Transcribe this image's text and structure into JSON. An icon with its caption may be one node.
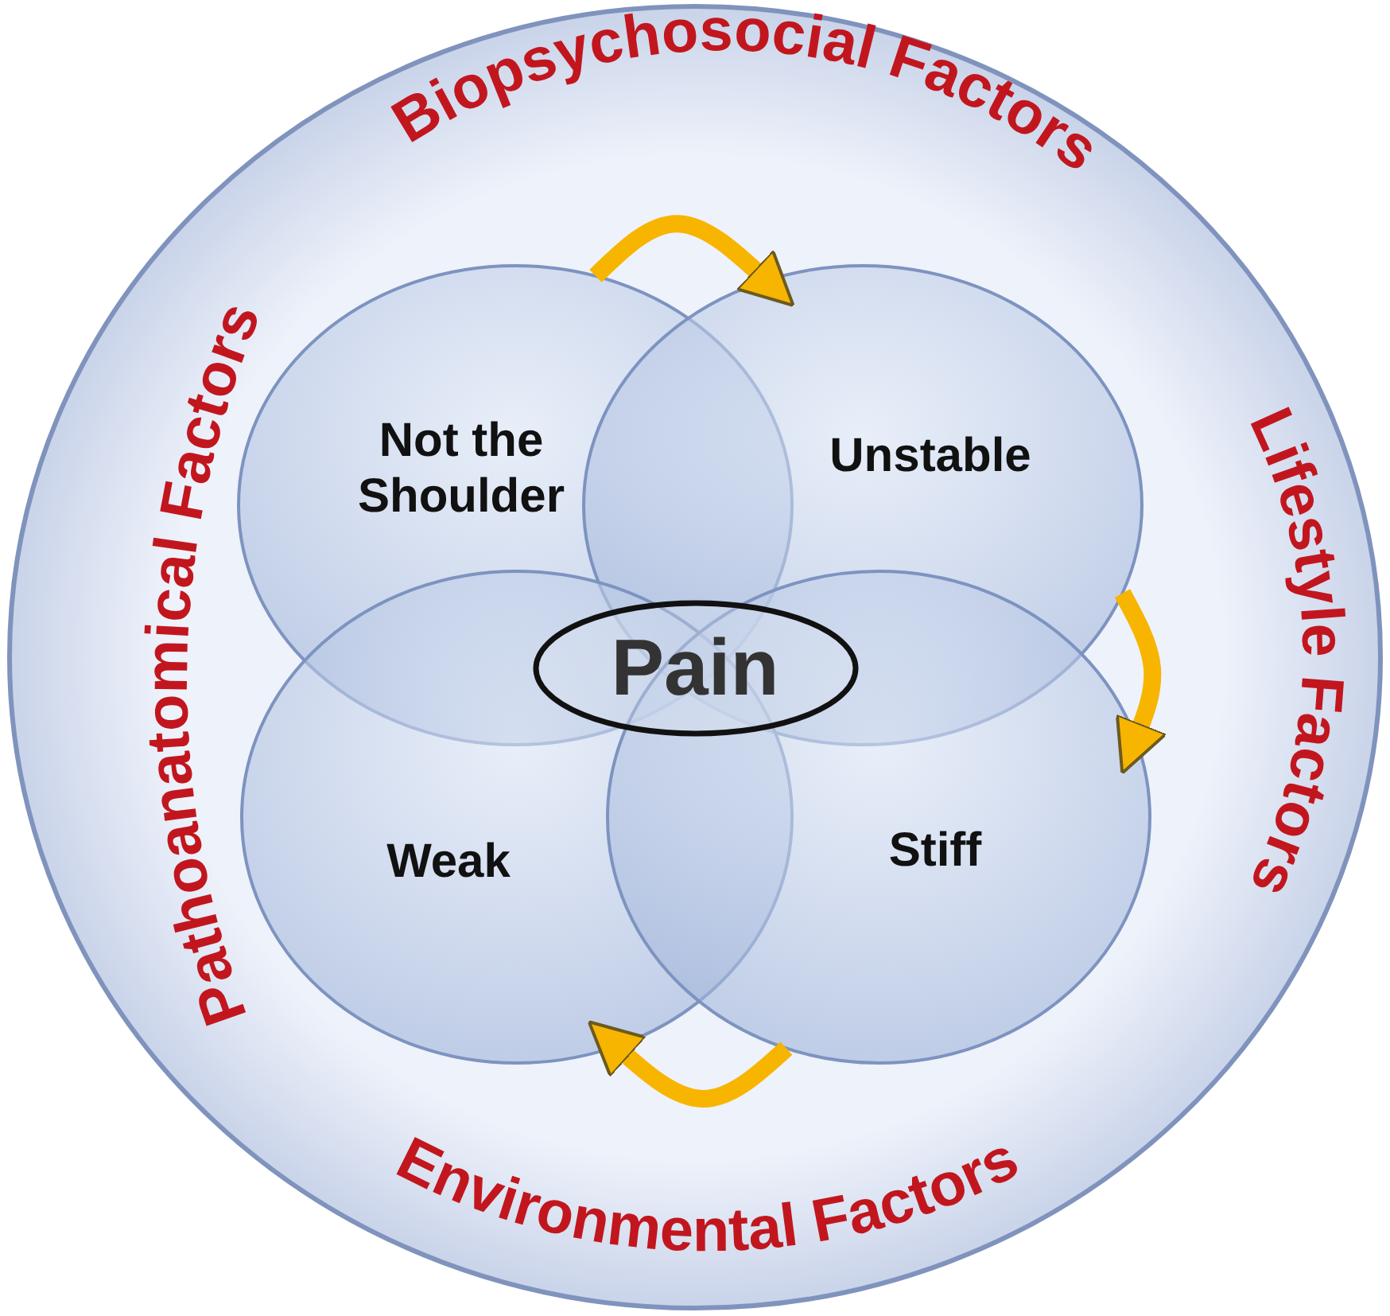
{
  "diagram": {
    "nodes": [
      {
        "text": [],
        "shape": "circle"
      },
      {
        "text": [
          "Not the Shoulder"
        ],
        "in": 0
      },
      {
        "text": [
          "Unstable"
        ],
        "in": 0
      },
      {
        "text": [
          "Pain"
        ],
        "in": 0
      },
      {
        "text": [
          "Weak"
        ],
        "in": 0
      },
      {
        "text": [
          "Stiff"
        ],
        "in": 0
      }
    ],
    "edges": [
      {
        "from": 1,
        "to": 2,
        "arrow": "to"
      },
      {
        "from": 2,
        "to": 5,
        "arrow": "to"
      },
      {
        "from": 5,
        "to": 4,
        "arrow": "to"
      }
    ],
    "labels": [
      "Biopsychosocial Factors",
      "Lifestyle Factors",
      "Environmental Factors",
      "Pathoanatomical Factors"
    ]
  }
}
